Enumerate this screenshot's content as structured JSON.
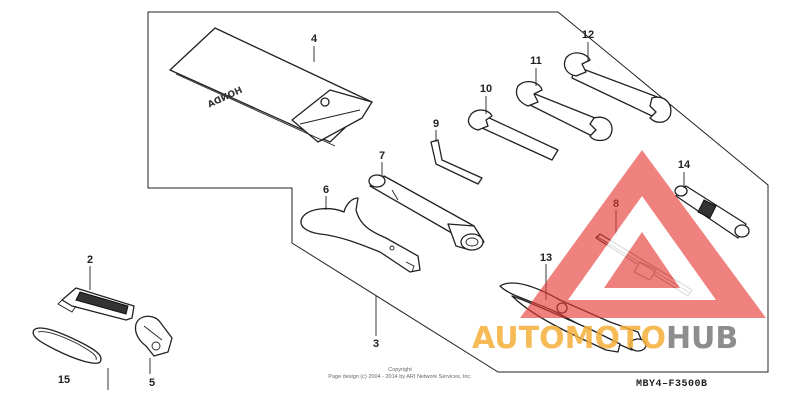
{
  "diagram": {
    "code": "MBY4–F3500B",
    "copyright_line1": "Copyright",
    "copyright_line2": "Page design (c) 2004 - 2014 by ARI Network Services, Inc.",
    "watermark": {
      "part1": "AUTO",
      "part2": "MOTO",
      "part3": "HUB"
    },
    "pouch_brand": "HONDA",
    "callouts": [
      "4",
      "12",
      "11",
      "10",
      "9",
      "7",
      "6",
      "14",
      "8",
      "13",
      "3",
      "2",
      "15",
      "5"
    ],
    "colors": {
      "line": "#222222",
      "watermark_red": "#e53935",
      "watermark_orange": "#f5b03a",
      "watermark_gray": "#7a7a7a"
    }
  }
}
